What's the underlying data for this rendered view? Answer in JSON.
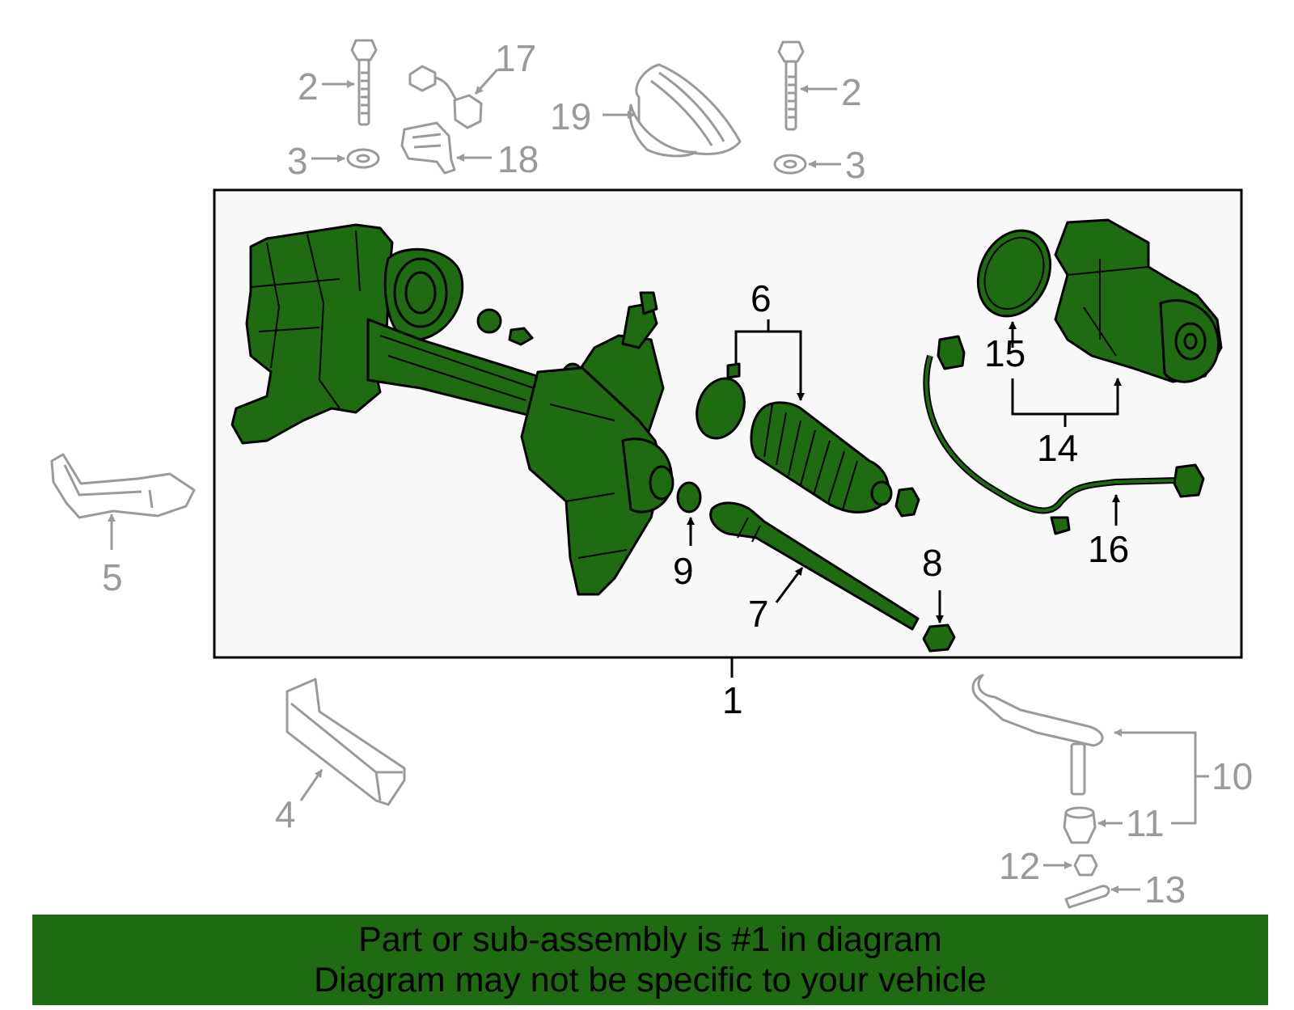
{
  "callouts": {
    "c1": "1",
    "c2a": "2",
    "c2b": "2",
    "c3a": "3",
    "c3b": "3",
    "c4": "4",
    "c5": "5",
    "c6": "6",
    "c7": "7",
    "c8": "8",
    "c9": "9",
    "c10": "10",
    "c11": "11",
    "c12": "12",
    "c13": "13",
    "c14": "14",
    "c15": "15",
    "c16": "16",
    "c17": "17",
    "c18": "18",
    "c19": "19"
  },
  "colors": {
    "highlight_green": "#1f6b12",
    "context_gray": "#9a9a9a",
    "frame_background": "#f8f8f8"
  },
  "banner": {
    "line1": "Part or sub-assembly is #1 in diagram",
    "line2": "Diagram may not be specific to your vehicle"
  }
}
